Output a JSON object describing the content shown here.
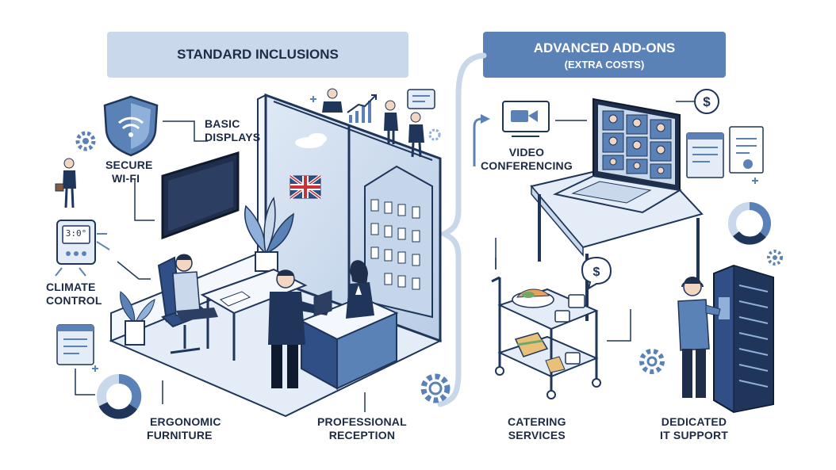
{
  "standard": {
    "header": "STANDARD INCLUSIONS",
    "labels": {
      "basic_displays": [
        "BASIC",
        "DISPLAYS"
      ],
      "secure_wifi": [
        "SECURE",
        "WI-FI"
      ],
      "climate_control": [
        "CLIMATE",
        "CONTROL"
      ],
      "ergonomic_furniture": [
        "ERGONOMIC",
        "FURNITURE"
      ],
      "professional_reception": [
        "PROFESSIONAL",
        "RECEPTION"
      ]
    }
  },
  "advanced": {
    "header": "ADVANCED ADD-ONS",
    "subheader": "(EXTRA COSTS)",
    "labels": {
      "video_conferencing": [
        "VIDEO",
        "CONFERENCING"
      ],
      "catering_services": [
        "CATERING",
        "SERVICES"
      ],
      "dedicated_it_support": [
        "DEDICATED",
        "IT SUPPORT"
      ]
    }
  },
  "glyphs": {
    "thermostat_reading": "3:0°",
    "dollar": "$"
  },
  "colors": {
    "navy": "#1f3559",
    "blue": "#5b82b6",
    "light_blue": "#c9d8eb",
    "pale_blue": "#e4edf7"
  },
  "icons": [
    "shield-wifi-icon",
    "gear-icon",
    "thermostat-icon",
    "chat-icon",
    "donut-chart-icon",
    "growth-chart-icon",
    "video-camera-icon",
    "dollar-icon",
    "document-icon",
    "server-rack-icon"
  ]
}
